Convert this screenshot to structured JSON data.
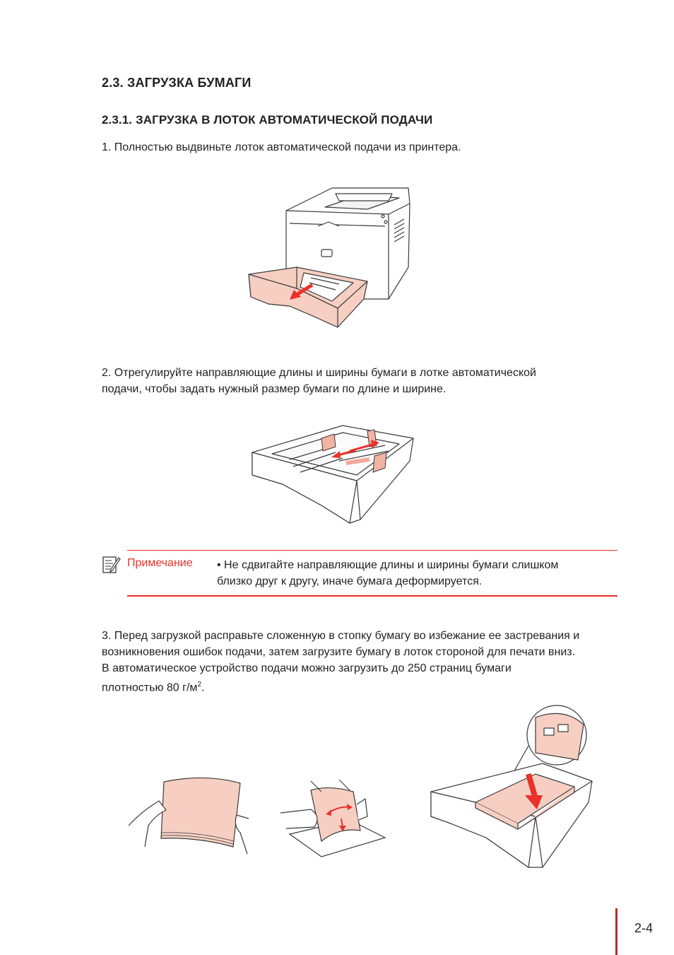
{
  "section_title": "2.3. ЗАГРУЗКА БУМАГИ",
  "subsection_title": "2.3.1. ЗАГРУЗКА В ЛОТОК АВТОМАТИЧЕСКОЙ ПОДАЧИ",
  "steps": [
    {
      "text": "1. Полностью выдвиньте лоток автоматической подачи из принтера."
    },
    {
      "line1": "2. Отрегулируйте направляющие длины и ширины бумаги в лотке автоматической",
      "line2": "подачи, чтобы задать нужный размер бумаги по длине и ширине."
    },
    {
      "line1": "3. Перед загрузкой расправьте сложенную в стопку бумагу во избежание ее застревания и",
      "line2": "возникновения ошибок подачи, затем загрузите бумагу в лоток стороной для печати вниз.",
      "line3": "В автоматическое устройство подачи можно загрузить до 250 страниц бумаги",
      "line4_prefix": "плотностью 80 г/м",
      "line4_sup": "2",
      "line4_suffix": "."
    }
  ],
  "note": {
    "label": "Примечание",
    "line1": "• Не сдвигайте направляющие длины и ширины бумаги слишком",
    "line2": "близко друг к другу, иначе бумага деформируется."
  },
  "page_number": "2-4",
  "colors": {
    "accent": "#e8322b",
    "tray_fill": "#f6cfc2",
    "outline": "#3a3a3a"
  },
  "icons": [
    "note-icon"
  ]
}
